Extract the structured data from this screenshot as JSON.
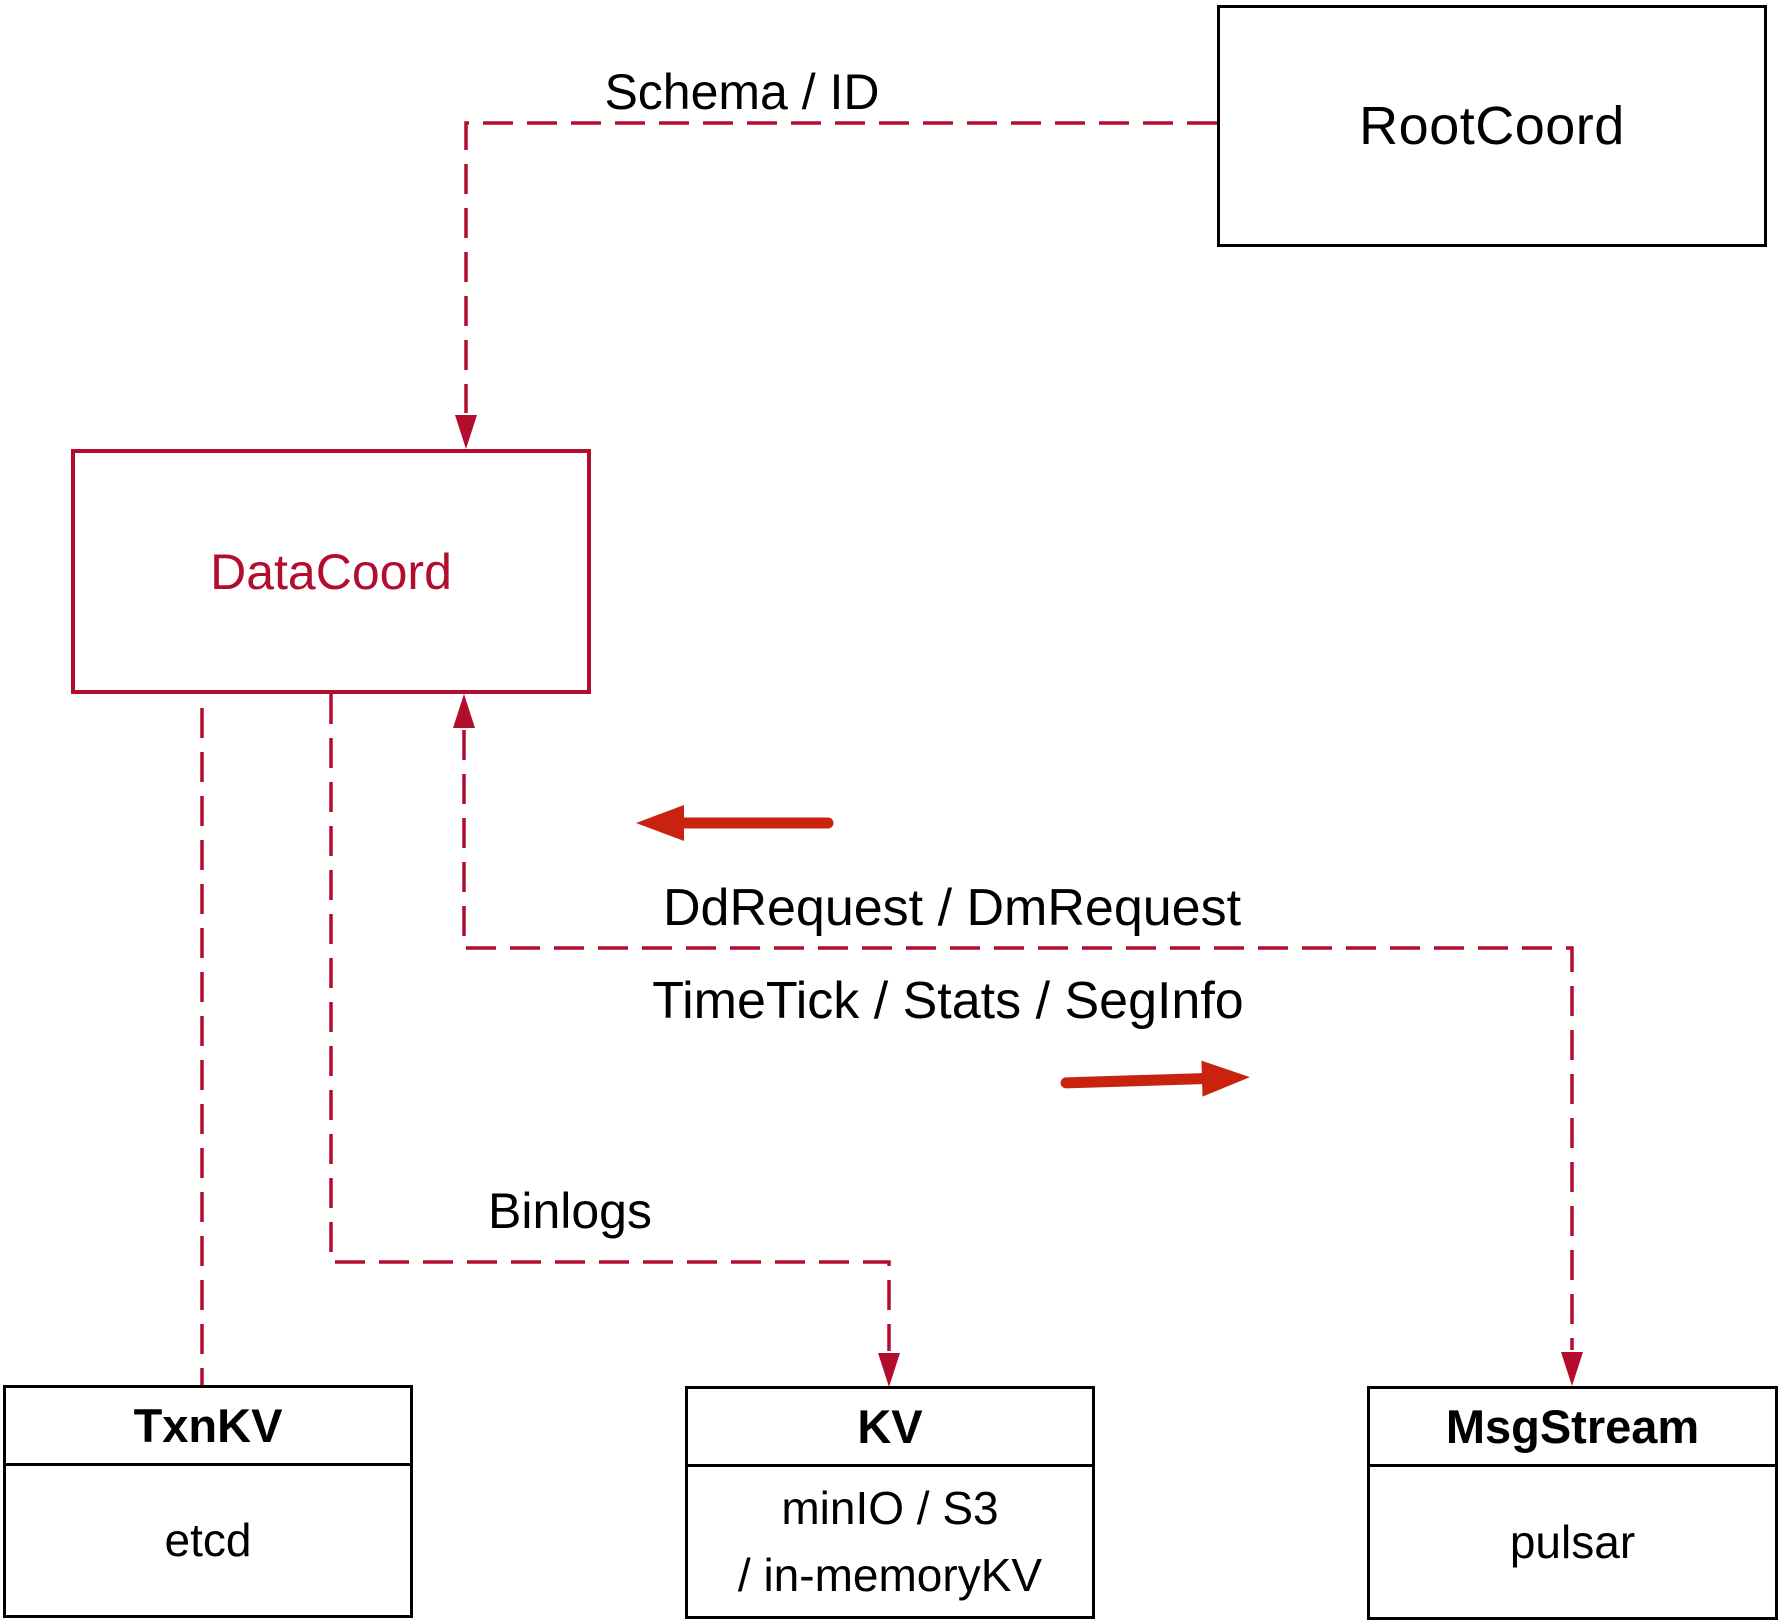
{
  "colors": {
    "crimson": "#b30d2e",
    "arrow_red": "#c92310",
    "box_black": "#000000",
    "text_black": "#000000",
    "background": "#ffffff"
  },
  "nodes": {
    "rootcoord": {
      "label": "RootCoord"
    },
    "datacoord": {
      "label": "DataCoord"
    }
  },
  "storage_nodes": [
    {
      "id": "txnkv",
      "title": "TxnKV",
      "body_lines": [
        "etcd"
      ]
    },
    {
      "id": "kv",
      "title": "KV",
      "body_lines": [
        "minIO / S3",
        "/ in-memoryKV"
      ]
    },
    {
      "id": "msgstream",
      "title": "MsgStream",
      "body_lines": [
        "pulsar"
      ]
    }
  ],
  "edge_labels": {
    "schema_id": "Schema / ID",
    "dd_dm_request": "DdRequest / DmRequest",
    "timetick_stats_seginfo": "TimeTick / Stats / SegInfo",
    "binlogs": "Binlogs"
  }
}
